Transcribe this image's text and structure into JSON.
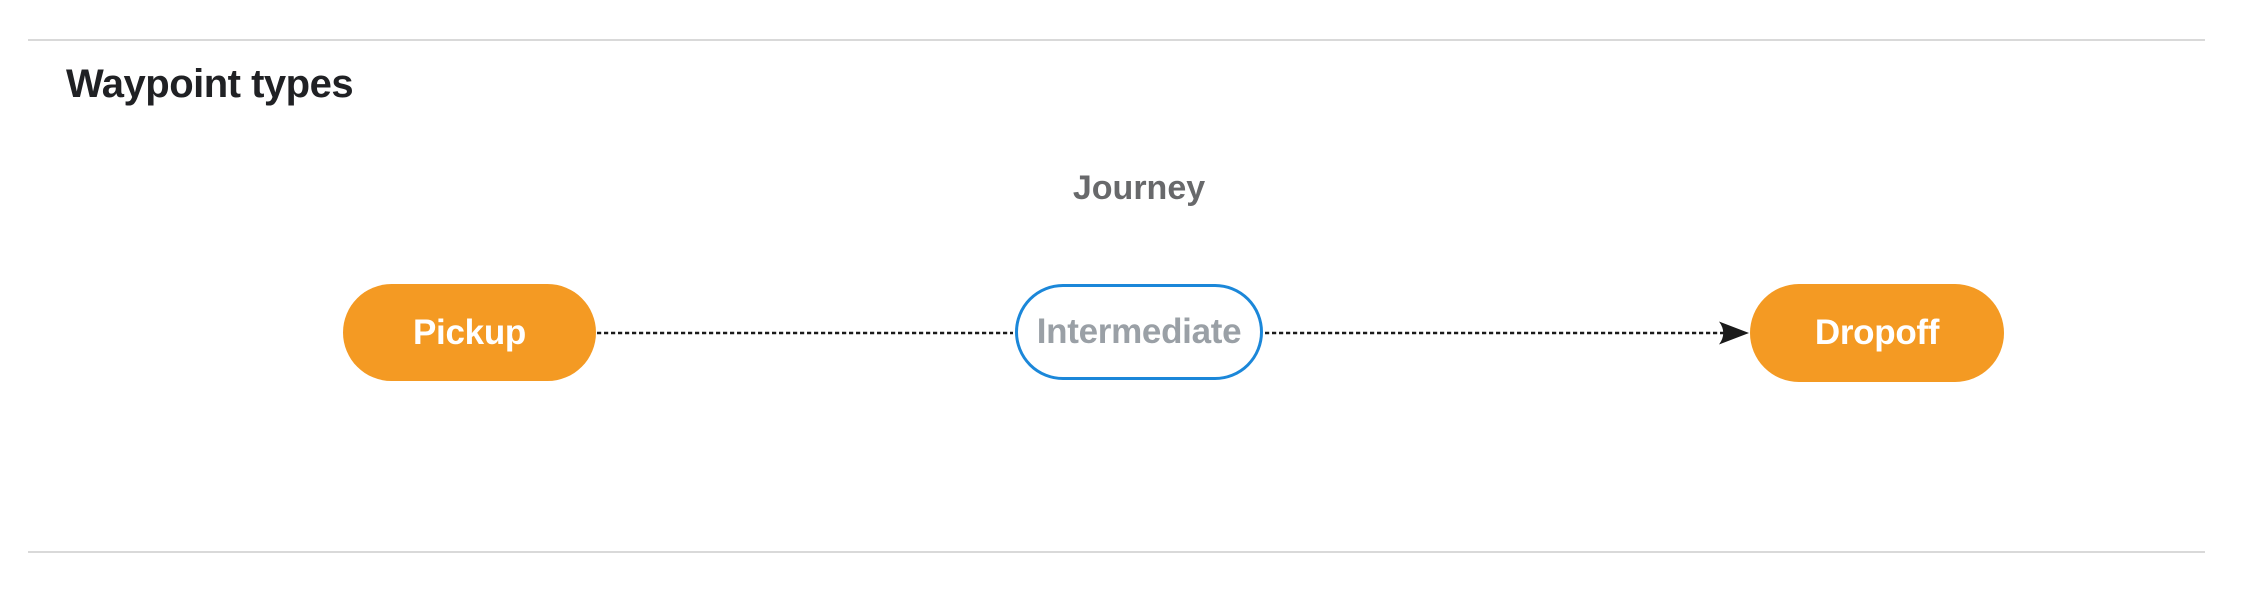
{
  "section": {
    "heading": "Waypoint types"
  },
  "diagram": {
    "group_label": "Journey",
    "nodes": [
      {
        "id": "pickup",
        "label": "Pickup",
        "kind": "terminal"
      },
      {
        "id": "intermediate",
        "label": "Intermediate",
        "kind": "intermediate"
      },
      {
        "id": "dropoff",
        "label": "Dropoff",
        "kind": "terminal"
      }
    ],
    "edges": [
      {
        "from": "pickup",
        "to": "intermediate",
        "style": "dashed",
        "arrow": false
      },
      {
        "from": "intermediate",
        "to": "dropoff",
        "style": "dashed",
        "arrow": true
      }
    ]
  },
  "theme": {
    "terminal_fill": "#F49A23",
    "terminal_text": "#FFFFFF",
    "intermediate_border": "#1B87D9",
    "intermediate_fill": "#FFFFFF",
    "intermediate_text": "#9AA0A6",
    "connector": "#1A1A1A",
    "group_label_color": "#68696B",
    "heading_color": "#202124",
    "divider": "#D9D9D9",
    "background": "#FFFFFF"
  }
}
